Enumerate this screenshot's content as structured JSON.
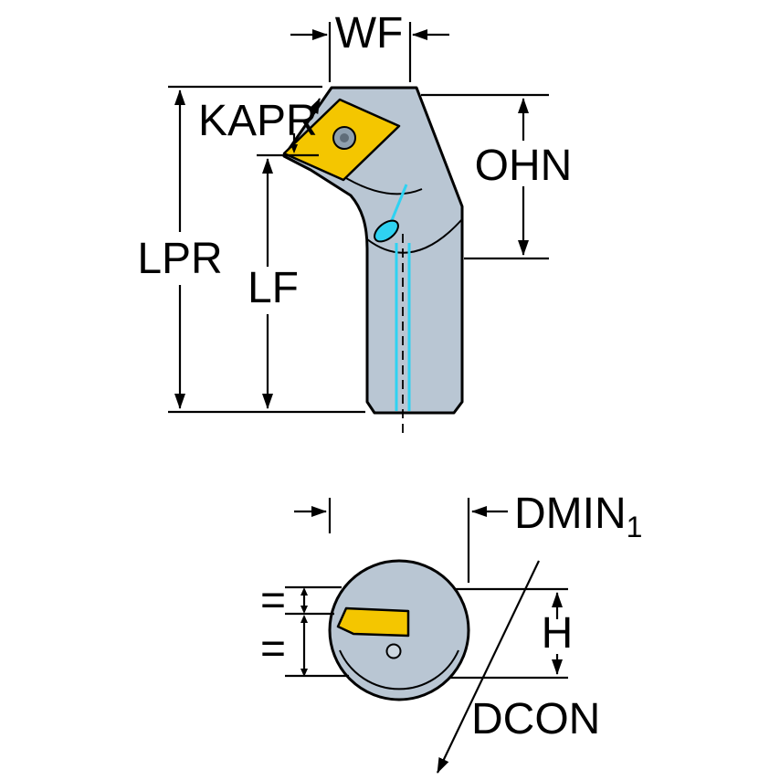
{
  "background": "#ffffff",
  "colors": {
    "body": "#b9c6d3",
    "insert": "#f4c600",
    "coolant": "#2fd2f2",
    "screw_head": "#8fa0ae",
    "screw_center": "#5f6d79",
    "hole": "#cdd7e0",
    "line": "#000000"
  },
  "labels": {
    "wf": "WF",
    "kapr": "KAPR",
    "ohn": "OHN",
    "lpr": "LPR",
    "lf": "LF",
    "dmin": "DMIN",
    "dmin_sub": "1",
    "h": "H",
    "dcon": "DCON",
    "equal_top": "=",
    "equal_bottom": "="
  }
}
